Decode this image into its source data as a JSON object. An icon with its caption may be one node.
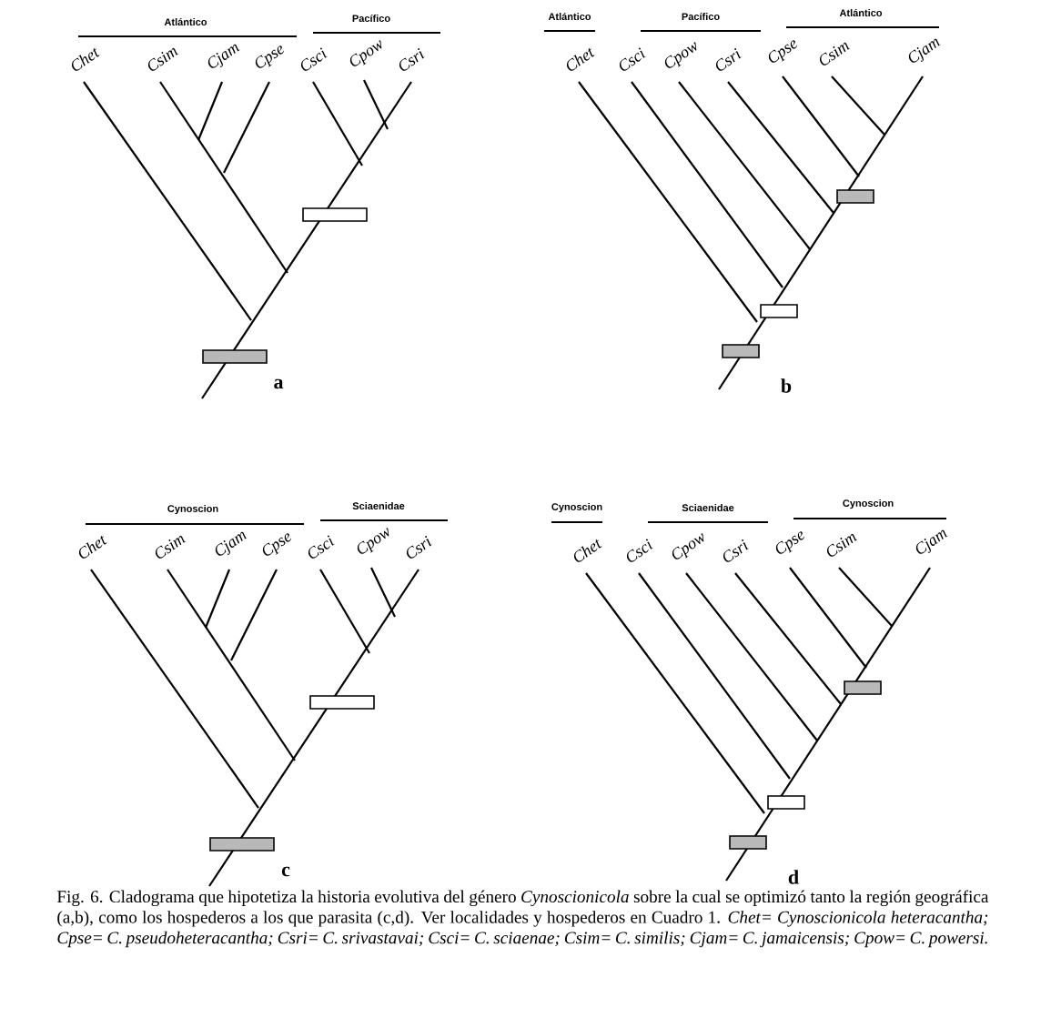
{
  "diagram": {
    "caption": "Fig. 6. Cladograma que hipotetiza la historia evolutiva del género *Cynoscionicola* sobre la cual se optimizó tanto la región geográfica (a,b), como los hospederos a los que parasita (c,d). Ver localidades y hospederos en Cuadro 1. *Chet= Cynoscionicola heteracantha; Cpse= C. pseudoheteracantha; Csri= C. srivastavai; Csci= C. sciaenae; Csim= C. similis; Cjam= C. jamaicensis; Cpow= C. powersi.*",
    "labels": [
      "Atlántico",
      "Pacífico",
      "Chet",
      "Csim",
      "Cjam",
      "Cpse",
      "Csci",
      "Cpow",
      "Csri",
      "a",
      "Atlántico",
      "Pacífico",
      "Atlántico",
      "Chet",
      "Csci",
      "Cpow",
      "Csri",
      "Cpse",
      "Csim",
      "Cjam",
      "b",
      "Cynoscion",
      "Sciaenidae",
      "Chet",
      "Csim",
      "Cjam",
      "Cpse",
      "Csci",
      "Cpow",
      "Csri",
      "c",
      "Cynoscion",
      "Sciaenidae",
      "Cynoscion",
      "Chet",
      "Csci",
      "Cpow",
      "Csri",
      "Cpse",
      "Csim",
      "Cjam",
      "d"
    ]
  }
}
